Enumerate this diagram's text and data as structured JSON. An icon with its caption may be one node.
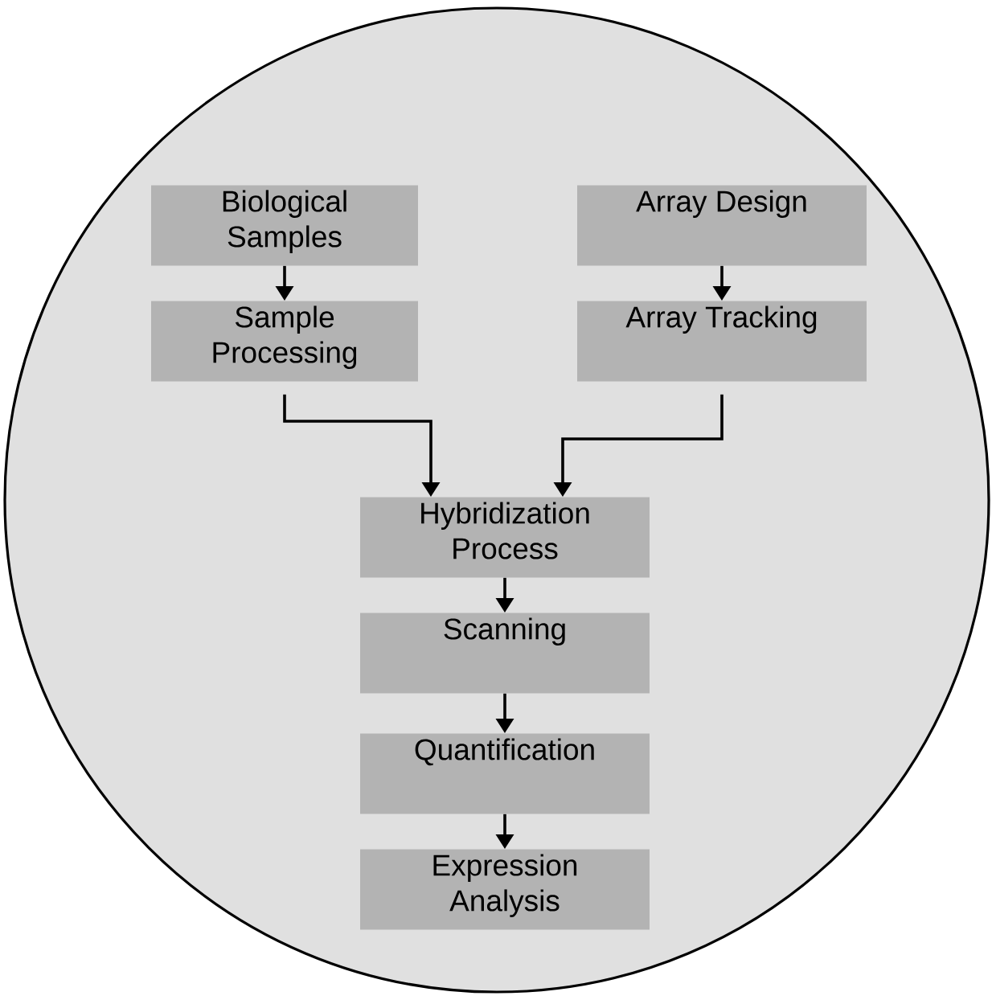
{
  "diagram": {
    "nodes": [
      {
        "text": [],
        "shape": "circle"
      },
      {
        "text": [
          "Biological Samples"
        ],
        "in": 0
      },
      {
        "text": [
          "Array Design"
        ],
        "in": 0
      },
      {
        "text": [
          "Sample Processing"
        ],
        "in": 0
      },
      {
        "text": [
          "Array Tracking"
        ],
        "in": 0
      },
      {
        "text": [
          "Hybridization Process"
        ],
        "in": 0
      },
      {
        "text": [
          "Scanning"
        ],
        "in": 0
      },
      {
        "text": [
          "Quantification"
        ],
        "in": 0
      },
      {
        "text": [
          "Expression Analysis"
        ],
        "in": 0
      }
    ],
    "edges": [
      {
        "from": 1,
        "to": 3,
        "arrow": "to"
      },
      {
        "from": 2,
        "to": 4,
        "arrow": "to"
      },
      {
        "from": 3,
        "to": 5,
        "arrow": "to"
      },
      {
        "from": 4,
        "to": 5,
        "arrow": "to"
      },
      {
        "from": 5,
        "to": 6,
        "arrow": "to"
      },
      {
        "from": 6,
        "to": 7,
        "arrow": "to"
      },
      {
        "from": 7,
        "to": 8,
        "arrow": "to"
      }
    ]
  }
}
